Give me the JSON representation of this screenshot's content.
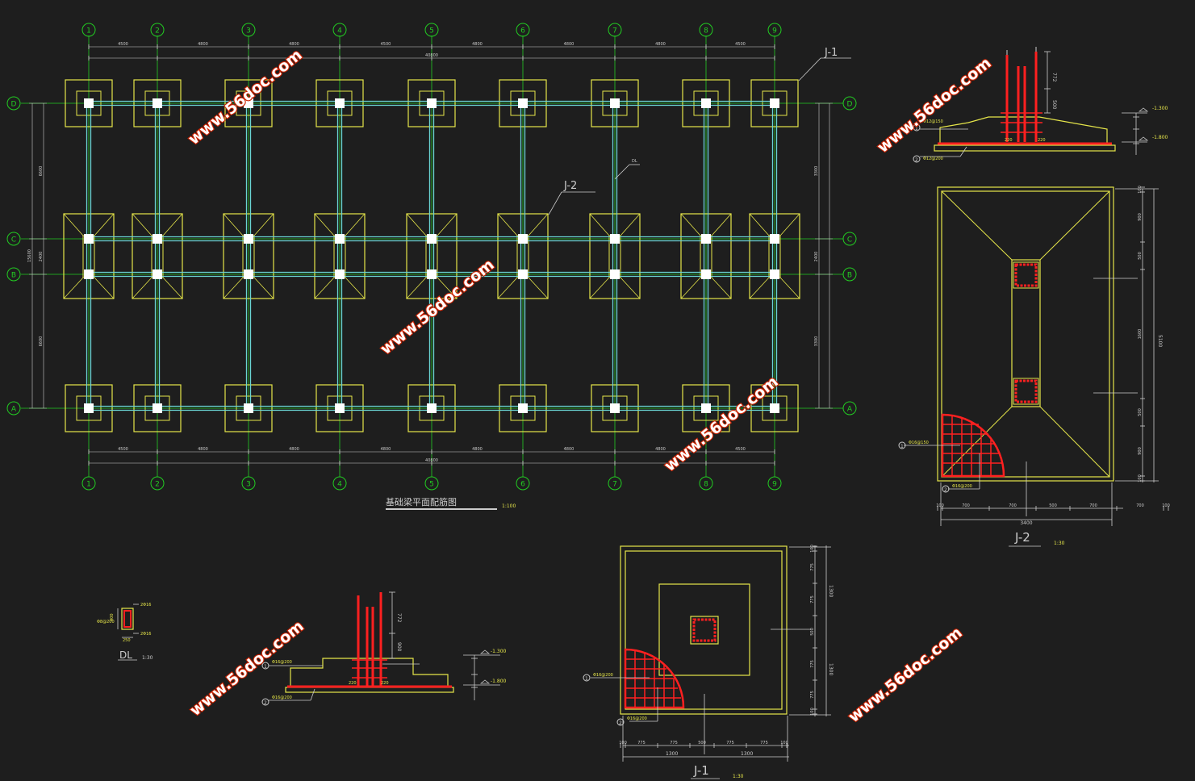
{
  "plan": {
    "title": "基础梁平面配筋图",
    "scale": "1:100",
    "grid_numbers": [
      "1",
      "2",
      "3",
      "4",
      "5",
      "6",
      "7",
      "8",
      "9"
    ],
    "grid_letters": [
      "D",
      "C",
      "B",
      "A"
    ],
    "top_dims": [
      "4500",
      "4800",
      "4800",
      "4500",
      "4800",
      "4800",
      "4800",
      "4500"
    ],
    "top_total": "40800",
    "bottom_dims": [
      "4500",
      "4800",
      "4800",
      "4800",
      "4800",
      "4800",
      "4800",
      "4500"
    ],
    "bottom_total": "40800",
    "left_dims": [
      "6600",
      "2400",
      "6600"
    ],
    "left_total": "15600",
    "right_dims": [
      "3300",
      "2400",
      "3300"
    ],
    "tag_j1": "J-1",
    "tag_j2": "J-2",
    "tag_beam": "DL"
  },
  "j1_section": {
    "label_1": "Φ12@150",
    "label_2": "Φ12@200",
    "elev_top": "-1.300",
    "elev_bottom": "-1.800",
    "dim_a": "772",
    "dim_b": "500",
    "base_a": "220",
    "base_b": "220"
  },
  "j2_plan": {
    "title": "J-2",
    "scale": "1:30",
    "label_1": "Φ16@150",
    "label_2": "Φ16@200",
    "bottom_dims": [
      "100",
      "700",
      "700",
      "500",
      "700",
      "700",
      "100"
    ],
    "bottom_total": "3400",
    "right_dims": [
      "100",
      "900",
      "500",
      "1600",
      "500",
      "900",
      "100"
    ],
    "right_total": "5100"
  },
  "j1_plan": {
    "title": "J-1",
    "scale": "1:30",
    "label_1": "Φ16@200",
    "label_2": "Φ16@200",
    "bottom_dims": [
      "100",
      "775",
      "775",
      "500",
      "775",
      "775",
      "100"
    ],
    "bottom_half": [
      "1300",
      "1300"
    ],
    "right_dims": [
      "100",
      "775",
      "775",
      "500",
      "775",
      "775",
      "100"
    ],
    "right_half": [
      "1300",
      "1300"
    ]
  },
  "j2_section": {
    "label_1": "Φ16@200",
    "label_2": "Φ16@200",
    "elev_top": "-1.300",
    "elev_bottom": "-1.800",
    "dim_a": "772",
    "dim_b": "900",
    "base_a": "220",
    "base_b": "220"
  },
  "beam_detail": {
    "title": "DL",
    "scale": "1:30",
    "top_bars": "2Φ16",
    "stirrup": "Φ8@200",
    "bottom_bars": "2Φ16",
    "width": "250",
    "height": "400"
  },
  "watermark": "www.56doc.com",
  "colors": {
    "background": "#1e1e1e",
    "footing": "#e6e64a",
    "beam": "#6ad4d4",
    "grid_axis": "#22cc22",
    "rebar": "#ff2020",
    "dimension": "#cccccc"
  }
}
